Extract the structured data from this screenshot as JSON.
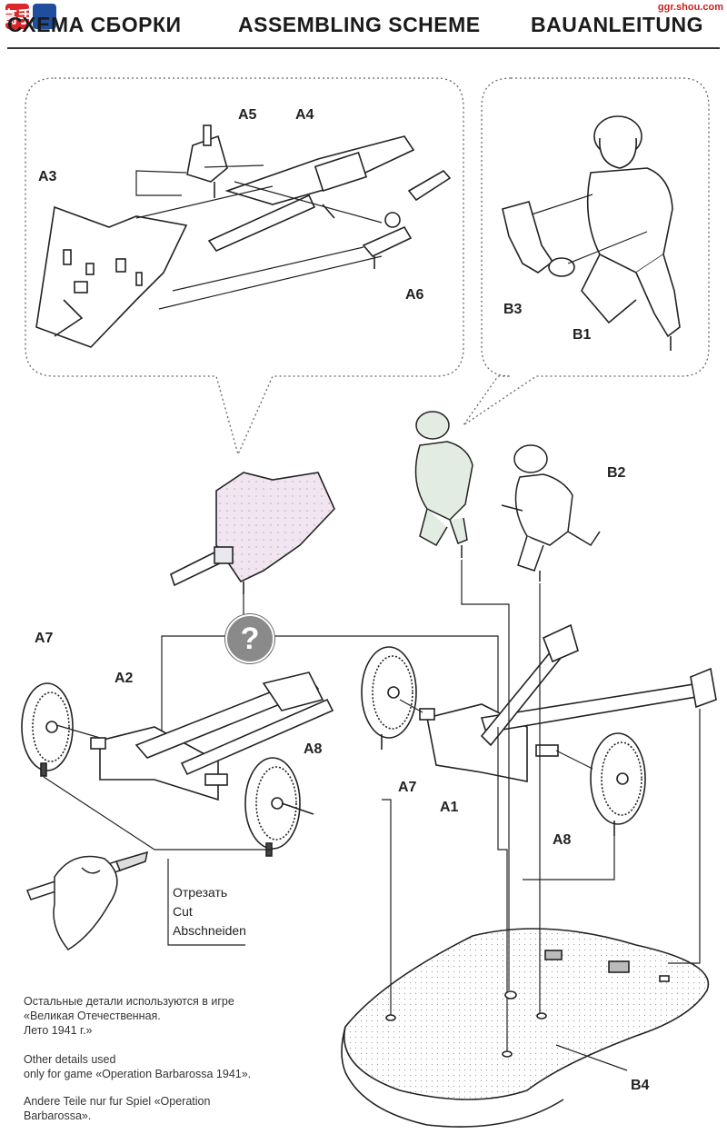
{
  "header": {
    "title_ru": "СХЕМА СБОРКИ",
    "title_en": "ASSEMBLING SCHEME",
    "title_de": "BAUANLEITUNG"
  },
  "watermark": {
    "line1": "高手",
    "line2": "ggr.shou.com"
  },
  "parts": {
    "a1": "A1",
    "a2": "A2",
    "a3": "A3",
    "a4": "A4",
    "a5": "A5",
    "a6": "A6",
    "a7_left": "A7",
    "a7_right": "A7",
    "a8_left": "A8",
    "a8_right": "A8",
    "b1": "B1",
    "b2": "B2",
    "b3": "B3",
    "b4": "B4"
  },
  "question_mark": "?",
  "cut_labels": {
    "ru": "Отрезать",
    "en": "Cut",
    "de": "Abschneiden"
  },
  "notes": {
    "ru": [
      "Остальные детали используются в игре",
      "«Великая Отечественная.",
      "Лето 1941 г.»"
    ],
    "en": [
      "Other details used",
      "only for game «Operation Barbarossa 1941»."
    ],
    "de": [
      "Andere Teile nur fur Spiel «Operation",
      "Barbarossa»."
    ]
  },
  "colors": {
    "line": "#222222",
    "bubble": "#555555",
    "question_bg": "#8a8a8a",
    "accent": "#c9211e"
  }
}
